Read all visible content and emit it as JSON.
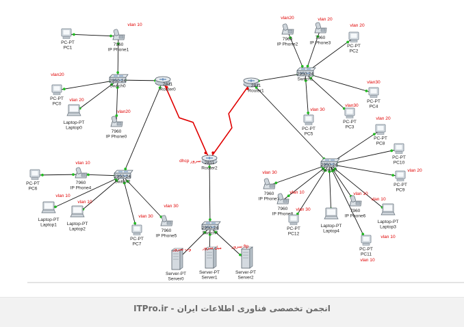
{
  "footer": {
    "text": "ITPro.ir - انجمن تخصصی فناوری اطلاعات ایران"
  },
  "colors": {
    "link": "#111111",
    "serial": "#e00000",
    "port_up": "#22bb22",
    "port_down": "#e00000",
    "vlan_text": "#e00000"
  },
  "devices": [
    {
      "id": "pc1",
      "type": "pc",
      "lines": [
        "PC-PT",
        "PC1"
      ]
    },
    {
      "id": "ipphone1",
      "type": "phone",
      "lines": [
        "7960",
        "IP Phone1"
      ]
    },
    {
      "id": "pc0",
      "type": "pc",
      "lines": [
        "PC-PT",
        "PC0"
      ]
    },
    {
      "id": "laptop0",
      "type": "laptop",
      "lines": [
        "Laptop-PT",
        "Laptop0"
      ]
    },
    {
      "id": "ipphone0",
      "type": "phone",
      "lines": [
        "7960",
        "IP Phone0"
      ]
    },
    {
      "id": "switch0",
      "type": "switch",
      "lines": [
        "2950-24",
        "Switch0"
      ]
    },
    {
      "id": "router0",
      "type": "router",
      "lines": [
        "2811",
        "Router0"
      ]
    },
    {
      "id": "router2",
      "type": "router",
      "lines": [
        "2811",
        "Router2"
      ]
    },
    {
      "id": "router1",
      "type": "router",
      "lines": [
        "2811",
        "Router1"
      ]
    },
    {
      "id": "ipphone2",
      "type": "phone",
      "lines": [
        "7960",
        "IP Phone2"
      ]
    },
    {
      "id": "ipphone3",
      "type": "phone",
      "lines": [
        "7960",
        "IP Phone3"
      ]
    },
    {
      "id": "pc2",
      "type": "pc",
      "lines": [
        "PC-PT",
        "PC2"
      ]
    },
    {
      "id": "switch1",
      "type": "switch",
      "lines": [
        "2950-24",
        "Switch1"
      ]
    },
    {
      "id": "pc4",
      "type": "pc",
      "lines": [
        "PC-PT",
        "PC4"
      ]
    },
    {
      "id": "pc5",
      "type": "pc",
      "lines": [
        "PC-PT",
        "PC5"
      ]
    },
    {
      "id": "pc3",
      "type": "pc",
      "lines": [
        "PC-PT",
        "PC3"
      ]
    },
    {
      "id": "pc6",
      "type": "pc",
      "lines": [
        "PC-PT",
        "PC6"
      ]
    },
    {
      "id": "ipphone4",
      "type": "phone",
      "lines": [
        "7960",
        "IP Phone4"
      ]
    },
    {
      "id": "switch2",
      "type": "switch",
      "lines": [
        "2950-24",
        "Switch2"
      ]
    },
    {
      "id": "laptop1",
      "type": "laptop",
      "lines": [
        "Laptop-PT",
        "Laptop1"
      ]
    },
    {
      "id": "laptop2",
      "type": "laptop",
      "lines": [
        "Laptop-PT",
        "Laptop2"
      ]
    },
    {
      "id": "pc7",
      "type": "pc",
      "lines": [
        "PC-PT",
        "PC7"
      ]
    },
    {
      "id": "ipphone5",
      "type": "phone",
      "lines": [
        "7960",
        "IP Phone5"
      ]
    },
    {
      "id": "switch4",
      "type": "switch",
      "lines": [
        "2950-24",
        "Switch4"
      ]
    },
    {
      "id": "server0",
      "type": "server",
      "lines": [
        "Server-PT",
        "Server0"
      ]
    },
    {
      "id": "server1",
      "type": "server",
      "lines": [
        "Server-PT",
        "Server1"
      ]
    },
    {
      "id": "server2",
      "type": "server",
      "lines": [
        "Server-PT",
        "Server2"
      ]
    },
    {
      "id": "switch3",
      "type": "switch",
      "lines": [
        "2950-24",
        "Switch3"
      ]
    },
    {
      "id": "pc8",
      "type": "pc",
      "lines": [
        "PC-PT",
        "PC8"
      ]
    },
    {
      "id": "pc10",
      "type": "pc",
      "lines": [
        "PC-PT",
        "PC10"
      ]
    },
    {
      "id": "pc9",
      "type": "pc",
      "lines": [
        "PC-PT",
        "PC9"
      ]
    },
    {
      "id": "ipphone7",
      "type": "phone",
      "lines": [
        "7960",
        "IP Phone7"
      ]
    },
    {
      "id": "ipphone8",
      "type": "phone",
      "lines": [
        "7960",
        "IP Phone8"
      ]
    },
    {
      "id": "ipphone6",
      "type": "phone",
      "lines": [
        "7960",
        "IP Phone6"
      ]
    },
    {
      "id": "pc12",
      "type": "pc",
      "lines": [
        "PC-PT",
        "PC12"
      ]
    },
    {
      "id": "laptop4",
      "type": "laptop",
      "lines": [
        "Laptop-PT",
        "Laptop4"
      ]
    },
    {
      "id": "laptop3",
      "type": "laptop",
      "lines": [
        "Laptop-PT",
        "Laptop3"
      ]
    },
    {
      "id": "pc11",
      "type": "pc",
      "lines": [
        "PC-PT",
        "PC11"
      ]
    }
  ],
  "links": [
    {
      "a": "pc1",
      "b": "ipphone1",
      "kind": "ethernet"
    },
    {
      "a": "ipphone1",
      "b": "switch0",
      "kind": "ethernet"
    },
    {
      "a": "pc0",
      "b": "switch0",
      "kind": "ethernet"
    },
    {
      "a": "laptop0",
      "b": "switch0",
      "kind": "ethernet"
    },
    {
      "a": "ipphone0",
      "b": "switch0",
      "kind": "ethernet"
    },
    {
      "a": "switch0",
      "b": "router0",
      "kind": "ethernet"
    },
    {
      "a": "router0",
      "b": "router2",
      "kind": "serial"
    },
    {
      "a": "router1",
      "b": "router2",
      "kind": "serial"
    },
    {
      "a": "router0",
      "b": "switch2",
      "kind": "ethernet"
    },
    {
      "a": "router2",
      "b": "switch4",
      "kind": "ethernet"
    },
    {
      "a": "router1",
      "b": "switch1",
      "kind": "ethernet"
    },
    {
      "a": "router1",
      "b": "switch3",
      "kind": "ethernet"
    },
    {
      "a": "switch1",
      "b": "ipphone2",
      "kind": "ethernet"
    },
    {
      "a": "switch1",
      "b": "ipphone3",
      "kind": "ethernet"
    },
    {
      "a": "switch1",
      "b": "pc2",
      "kind": "ethernet"
    },
    {
      "a": "switch1",
      "b": "pc4",
      "kind": "ethernet"
    },
    {
      "a": "switch1",
      "b": "pc5",
      "kind": "ethernet"
    },
    {
      "a": "switch1",
      "b": "pc3",
      "kind": "ethernet"
    },
    {
      "a": "pc6",
      "b": "ipphone4",
      "kind": "ethernet"
    },
    {
      "a": "ipphone4",
      "b": "switch2",
      "kind": "ethernet"
    },
    {
      "a": "switch2",
      "b": "laptop1",
      "kind": "ethernet"
    },
    {
      "a": "switch2",
      "b": "laptop2",
      "kind": "ethernet"
    },
    {
      "a": "switch2",
      "b": "pc7",
      "kind": "ethernet"
    },
    {
      "a": "switch2",
      "b": "ipphone5",
      "kind": "ethernet"
    },
    {
      "a": "switch4",
      "b": "server0",
      "kind": "ethernet"
    },
    {
      "a": "switch4",
      "b": "server1",
      "kind": "ethernet"
    },
    {
      "a": "switch4",
      "b": "server2",
      "kind": "ethernet"
    },
    {
      "a": "switch3",
      "b": "pc8",
      "kind": "ethernet"
    },
    {
      "a": "switch3",
      "b": "pc10",
      "kind": "ethernet"
    },
    {
      "a": "switch3",
      "b": "pc9",
      "kind": "ethernet"
    },
    {
      "a": "switch3",
      "b": "ipphone7",
      "kind": "ethernet"
    },
    {
      "a": "switch3",
      "b": "ipphone8",
      "kind": "ethernet"
    },
    {
      "a": "switch3",
      "b": "pc12",
      "kind": "ethernet"
    },
    {
      "a": "switch3",
      "b": "laptop4",
      "kind": "ethernet"
    },
    {
      "a": "switch3",
      "b": "ipphone6",
      "kind": "ethernet"
    },
    {
      "a": "switch3",
      "b": "laptop3",
      "kind": "ethernet"
    },
    {
      "a": "switch3",
      "b": "pc11",
      "kind": "ethernet"
    }
  ],
  "annotations": [
    {
      "id": "vlan-ipphone1",
      "text": "vlan 10"
    },
    {
      "id": "vlan-pc0",
      "text": "vlan20"
    },
    {
      "id": "vlan-laptop0",
      "text": "vlan 20"
    },
    {
      "id": "vlan-ipphone0",
      "text": "vlan20"
    },
    {
      "id": "vlan-ipphone2",
      "text": "vlan20"
    },
    {
      "id": "vlan-ipphone3",
      "text": "vlan 20"
    },
    {
      "id": "vlan-pc2",
      "text": "vlan 20"
    },
    {
      "id": "vlan-pc4",
      "text": "vlan30"
    },
    {
      "id": "vlan-pc5",
      "text": "vlan 30"
    },
    {
      "id": "vlan-pc3",
      "text": "vlan30"
    },
    {
      "id": "vlan-router2",
      "text": "dhcp سرور"
    },
    {
      "id": "vlan-ipphone4",
      "text": "vlan 10"
    },
    {
      "id": "vlan-laptop1",
      "text": "vlan 10"
    },
    {
      "id": "vlan-laptop2",
      "text": "vlan 10"
    },
    {
      "id": "vlan-pc7",
      "text": "vlan 30"
    },
    {
      "id": "vlan-ipphone5",
      "text": "vlan 30"
    },
    {
      "id": "vlan-server0",
      "text": "وب سرور"
    },
    {
      "id": "vlan-server1",
      "text": "میل سرور"
    },
    {
      "id": "vlan-server2",
      "text": "سرور ftp"
    },
    {
      "id": "vlan-pc8",
      "text": "vlan 20"
    },
    {
      "id": "vlan-pc9",
      "text": "vlan 20"
    },
    {
      "id": "vlan-ipphone7",
      "text": "vlan 30"
    },
    {
      "id": "vlan-ipphone8",
      "text": "vlan 10"
    },
    {
      "id": "vlan-pc12",
      "text": "vlan 30"
    },
    {
      "id": "vlan-ipphone6",
      "text": "vlan 10"
    },
    {
      "id": "vlan-laptop3",
      "text": "vlan 10"
    },
    {
      "id": "vlan-pc11a",
      "text": "vlan 10"
    },
    {
      "id": "vlan-pc11b",
      "text": "vlan 10"
    }
  ]
}
